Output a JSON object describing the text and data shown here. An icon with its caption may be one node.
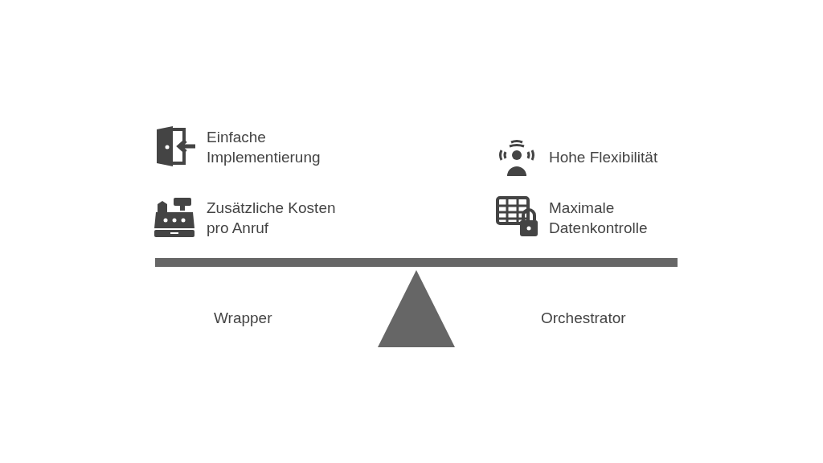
{
  "diagram": {
    "labels": [
      "Einfache Implementierung",
      "Hohe Flexibilität",
      "Zusätzliche Kosten pro Anruf",
      "Maximale Datenkontrolle",
      "Wrapper",
      "Orchestrator"
    ]
  }
}
